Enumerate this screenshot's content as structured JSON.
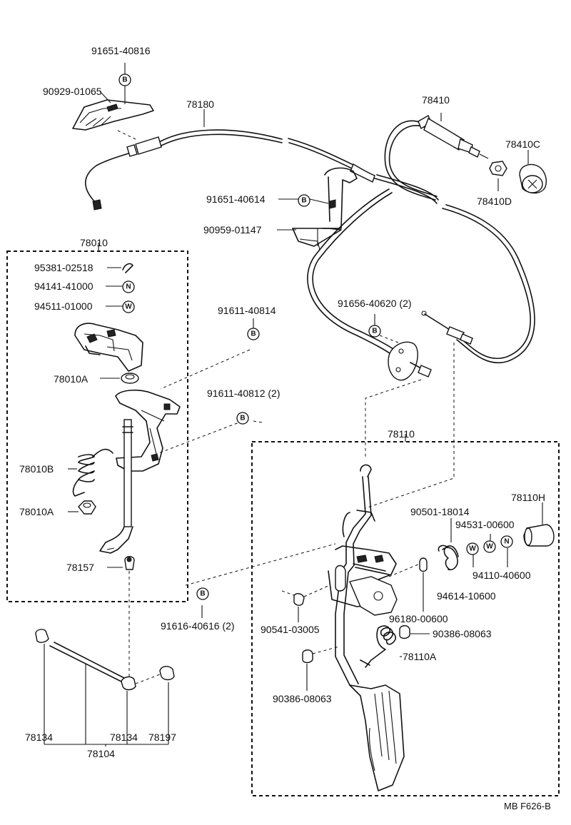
{
  "diagram_code": "MB F626-B",
  "labels": {
    "p91651_40816": "91651-40816",
    "p90929_01065": "90929-01065",
    "p78180": "78180",
    "p78410": "78410",
    "p78410C": "78410C",
    "p78410D": "78410D",
    "p91651_40614": "91651-40614",
    "p90959_01147": "90959-01147",
    "p78010": "78010",
    "p95381_02518": "95381-02518",
    "p94141_41000": "94141-41000",
    "p94511_01000": "94511-01000",
    "p78010A_top": "78010A",
    "p78010B": "78010B",
    "p78010A_bottom": "78010A",
    "p78157": "78157",
    "p91611_40814": "91611-40814",
    "p91611_40812": "91611-40812 (2)",
    "p91656_40620": "91656-40620 (2)",
    "p78110": "78110",
    "p78110H": "78110H",
    "p90501_18014": "90501-18014",
    "p94531_00600": "94531-00600",
    "p94110_40600": "94110-40600",
    "p94614_10600": "94614-10600",
    "p96180_00600": "96180-00600",
    "p90541_03005": "90541-03005",
    "p90386_08063_a": "90386-08063",
    "p78110A": "78110A",
    "p90386_08063_b": "90386-08063",
    "p91616_40616": "91616-40616 (2)",
    "p78134_left": "78134",
    "p78134_right": "78134",
    "p78197": "78197",
    "p78104": "78104"
  },
  "badges": {
    "b1": "B",
    "b2": "B",
    "b3": "N",
    "b4": "W",
    "b5": "B",
    "b6": "B",
    "b7": "B",
    "b8": "W",
    "b9": "N",
    "b10": "B"
  }
}
